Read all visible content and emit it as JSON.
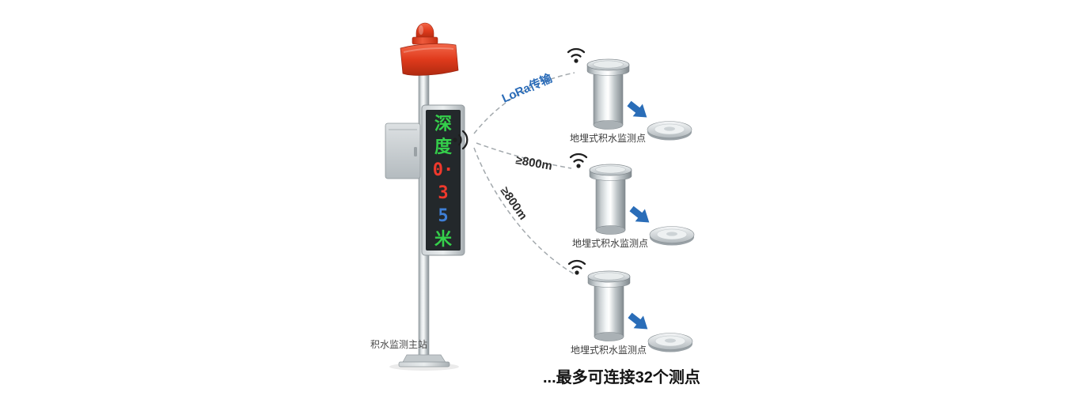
{
  "station": {
    "label": "积水监测主站",
    "display_chars": [
      {
        "ch": "深",
        "color": "#35d04b"
      },
      {
        "ch": "度",
        "color": "#35d04b"
      },
      {
        "ch": "0·",
        "color": "#f0392c"
      },
      {
        "ch": "3",
        "color": "#f0392c"
      },
      {
        "ch": "5",
        "color": "#3f7fd6"
      },
      {
        "ch": "米",
        "color": "#35d04b"
      }
    ]
  },
  "links": [
    {
      "label": "LoRa传输",
      "color": "#2b6cb8"
    },
    {
      "label": "≥800m",
      "color": "#2d2d2d"
    },
    {
      "label": "≥800m",
      "color": "#2d2d2d"
    }
  ],
  "sensors": [
    {
      "label": "地埋式积水监测点"
    },
    {
      "label": "地埋式积水监测点"
    },
    {
      "label": "地埋式积水监测点"
    }
  ],
  "footer": "...最多可连接32个测点",
  "colors": {
    "arrow": "#2a6db8",
    "alarm": "#e23b1d",
    "dash": "#a3a9ad"
  }
}
